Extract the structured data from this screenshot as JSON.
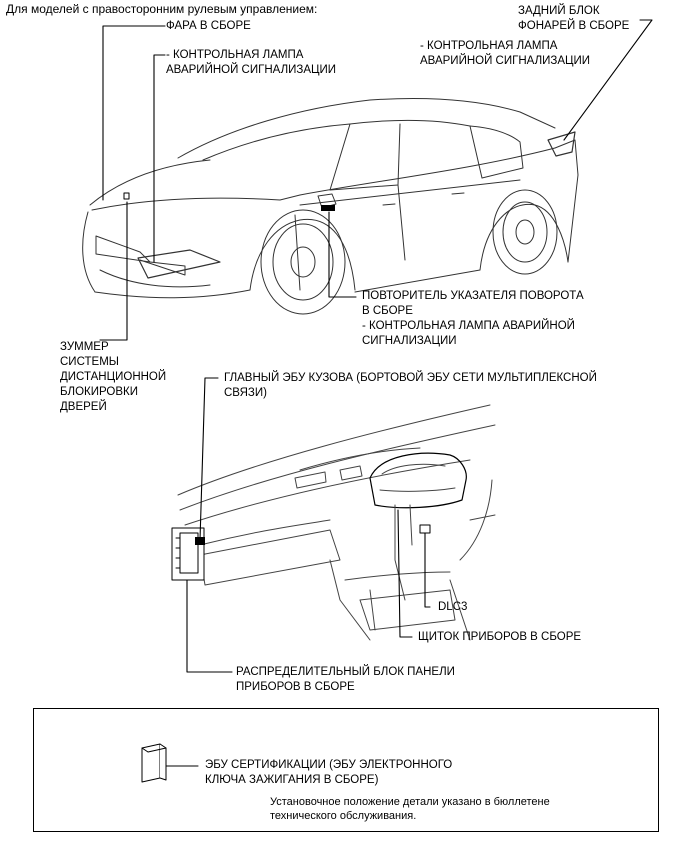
{
  "header": "Для моделей с правосторонним рулевым управлением:",
  "labels": {
    "headlight": "ФАРА В СБОРЕ",
    "headlight_note": "- КОНТРОЛЬНАЯ ЛАМПА\nАВАРИЙНОЙ СИГНАЛИЗАЦИИ",
    "rear_lamp": "ЗАДНИЙ БЛОК\nФОНАРЕЙ В СБОРЕ",
    "rear_lamp_note": "- КОНТРОЛЬНАЯ ЛАМПА\nАВАРИЙНОЙ СИГНАЛИЗАЦИИ",
    "turn_repeater": "ПОВТОРИТЕЛЬ УКАЗАТЕЛЯ ПОВОРОТА\nВ СБОРЕ\n- КОНТРОЛЬНАЯ ЛАМПА АВАРИЙНОЙ\nСИГНАЛИЗАЦИИ",
    "buzzer": "ЗУММЕР\nСИСТЕМЫ\nДИСТАНЦИОННОЙ\nБЛОКИРОВКИ\nДВЕРЕЙ",
    "main_ecu": "ГЛАВНЫЙ ЭБУ КУЗОВА (БОРТОВОЙ ЭБУ СЕТИ МУЛЬТИПЛЕКСНОЙ\nСВЯЗИ)",
    "dlc3": "DLC3",
    "combination_meter": "ЩИТОК ПРИБОРОВ В СБОРЕ",
    "junction_block": "РАСПРЕДЕЛИТЕЛЬНЫЙ БЛОК ПАНЕЛИ\nПРИБОРОВ В СБОРЕ"
  },
  "box": {
    "cert_ecu": "ЭБУ СЕРТИФИКАЦИИ (ЭБУ ЭЛЕКТРОННОГО\nКЛЮЧА ЗАЖИГАНИЯ В СБОРЕ)",
    "note": "Установочное положение детали указано в бюллетене\nтехнического обслуживания."
  }
}
